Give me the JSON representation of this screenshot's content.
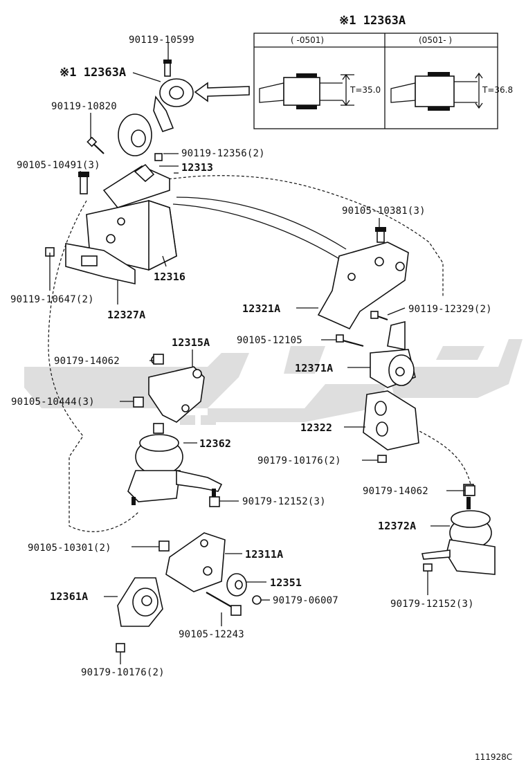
{
  "diagram": {
    "inset": {
      "title": "※1 12363A",
      "col_left": "(      -0501)",
      "col_right": "(0501-      )",
      "t_left": "T=35.0",
      "t_right": "T=36.8"
    },
    "labels": {
      "p90119_10599": "90119-10599",
      "p12363A": "※1 12363A",
      "p90119_10820": "90119-10820",
      "p90119_12356": "90119-12356(2)",
      "p90105_10491": "90105-10491(3)",
      "p12313": "12313",
      "p90105_10381": "90105-10381(3)",
      "p12316": "12316",
      "p90119_10647": "90119-10647(2)",
      "p12327A": "12327A",
      "p12321A": "12321A",
      "p90119_12329": "90119-12329(2)",
      "p90105_12105": "90105-12105",
      "p12315A": "12315A",
      "p90179_14062_a": "90179-14062",
      "p12371A": "12371A",
      "p90105_10444": "90105-10444(3)",
      "p12322": "12322",
      "p12362": "12362",
      "p90179_10176_a": "90179-10176(2)",
      "p90179_12152_a": "90179-12152(3)",
      "p90179_14062_b": "90179-14062",
      "p12372A": "12372A",
      "p90105_10301": "90105-10301(2)",
      "p12311A": "12311A",
      "p12351": "12351",
      "p12361A": "12361A",
      "p90179_06007": "90179-06007",
      "p90105_12243": "90105-12243",
      "p90179_12152_b": "90179-12152(3)",
      "p90179_10176_b": "90179-10176(2)"
    },
    "figure_id": "111928C",
    "watermark_text": "شكل"
  }
}
